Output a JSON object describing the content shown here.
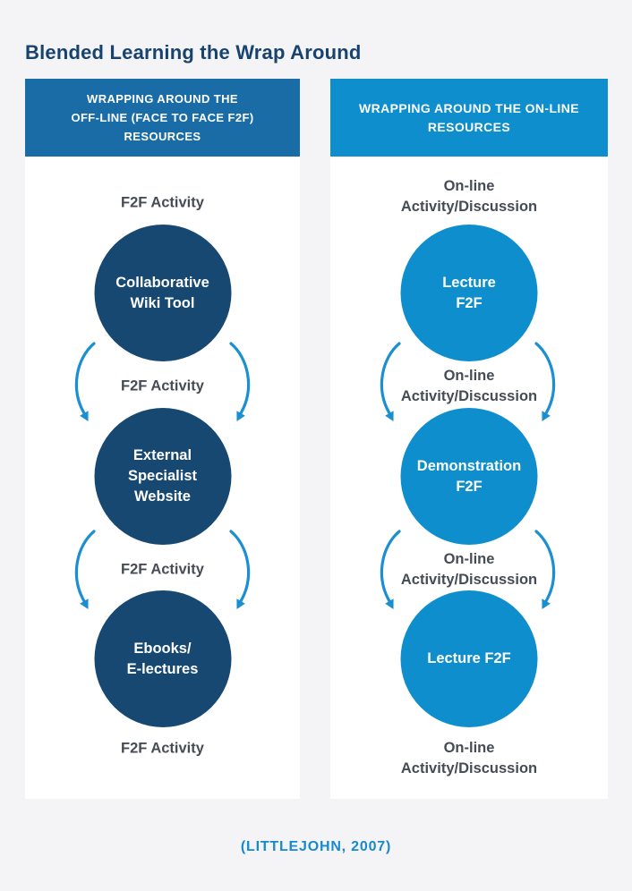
{
  "page": {
    "title": "Blended Learning the Wrap Around",
    "citation": "(LITTLEJOHN, 2007)"
  },
  "colors": {
    "page_bg": "#F4F4F6",
    "panel_bg": "#FFFFFF",
    "title_text": "#17436E",
    "offline_header_bg": "#1A6CA6",
    "offline_circle_bg": "#164872",
    "online_header_bg": "#0E8ECD",
    "online_circle_bg": "#0E8ECD",
    "arrow": "#1A8FD1",
    "label_text": "#454C55",
    "citation_text": "#1789CE",
    "circle_text": "#FFFFFF",
    "header_text": "#FFFFFF"
  },
  "columns": [
    {
      "id": "offline",
      "header": "WRAPPING AROUND THE\nOFF-LINE (FACE TO FACE F2F)\nRESOURCES",
      "labels": [
        "F2F Activity",
        "F2F Activity",
        "F2F Activity",
        "F2F Activity"
      ],
      "circles": [
        "Collaborative\nWiki Tool",
        "External\nSpecialist\nWebsite",
        "Ebooks/\nE-lectures"
      ]
    },
    {
      "id": "online",
      "header": "WRAPPING AROUND THE ON-LINE\nRESOURCES",
      "labels": [
        "On-line\nActivity/Discussion",
        "On-line\nActivity/Discussion",
        "On-line\nActivity/Discussion",
        "On-line\nActivity/Discussion"
      ],
      "circles": [
        "Lecture\nF2F",
        "Demonstration\nF2F",
        "Lecture F2F"
      ]
    }
  ]
}
